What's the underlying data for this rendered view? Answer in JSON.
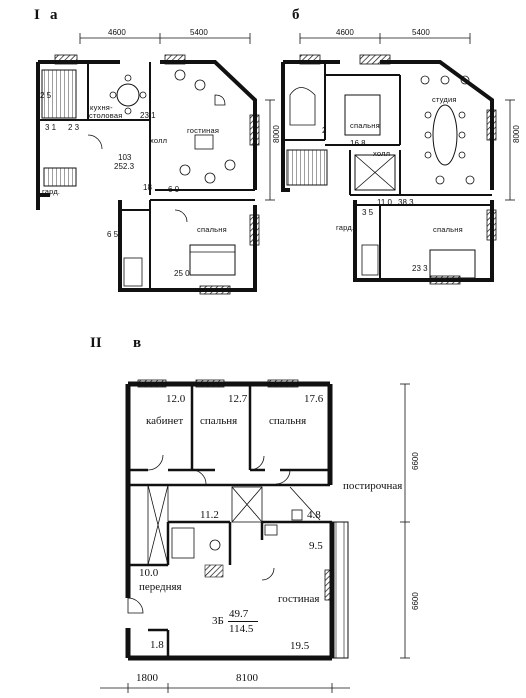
{
  "labels": {
    "section_1": "I",
    "section_2": "II",
    "plan_a": "а",
    "plan_b": "б",
    "plan_v": "в"
  },
  "plan_a": {
    "dims": [
      "4600",
      "5400",
      "8000"
    ],
    "rooms": {
      "kitchen": "кухня-",
      "kitchen2": "столовая",
      "living": "гостиная",
      "hall": "холл",
      "entry": "гард.",
      "bedroom": "спальня"
    },
    "areas": {
      "a1": "23 1",
      "a2": "103",
      "a3": "252.3",
      "a4": "18",
      "a5": "6 0",
      "a6": "6 5",
      "a7": "25 0",
      "a8": "2 3",
      "a9": "3 1",
      "a10": "2 5"
    }
  },
  "plan_b": {
    "dims": [
      "4600",
      "5400",
      "8000"
    ],
    "rooms": {
      "bedroom_top": "спальня",
      "studio": "студия",
      "hall": "холл",
      "wardrobe": "гард.",
      "bedroom_bottom": "спальня"
    },
    "areas": {
      "b1": "2",
      "b2": "16 8",
      "b3": "38 3",
      "b4": "11 0",
      "b5": "3 5",
      "b6": "23 3"
    }
  },
  "plan_v": {
    "dims": {
      "left_total": "6600",
      "right_total": "6600",
      "bottom_left": "1800",
      "bottom_right": "8100"
    },
    "rooms": {
      "study": "кабинет",
      "bedroom1": "спальня",
      "bedroom2": "спальня",
      "laundry": "постирочная",
      "hallway": "передняя",
      "living": "гостиная"
    },
    "areas": {
      "study": "12.0",
      "bedroom1": "12.7",
      "bedroom2": "17.6",
      "corridor": "11.2",
      "laundry": "4.8",
      "kitchen": "9.5",
      "hallway": "10.0",
      "storage": "1.8",
      "living": "19.5"
    },
    "formula": {
      "prefix": "3Б",
      "numerator": "49.7",
      "denominator": "114.5"
    }
  }
}
